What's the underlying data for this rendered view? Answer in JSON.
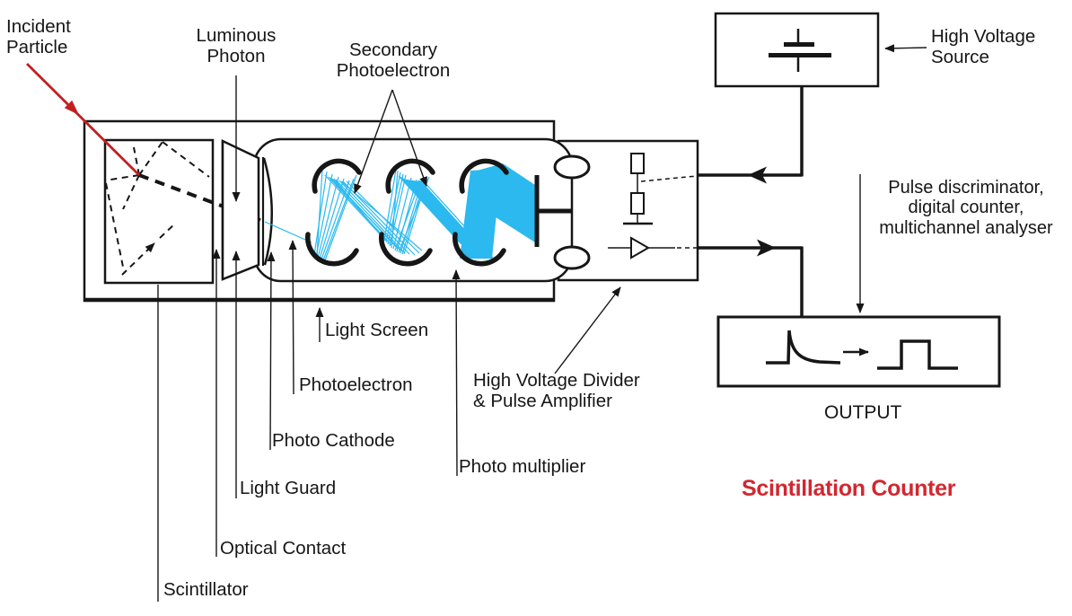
{
  "figure": {
    "kind": "physics schematic diagram",
    "title": "Scintillation Counter"
  },
  "colors": {
    "ink": "#161616",
    "accent_red": "#c22020",
    "title_red": "#d22730",
    "electron_cyan": "#2bb9ef"
  },
  "labels": {
    "incident_particle": "Incident\nParticle",
    "luminous_photon": "Luminous\nPhoton",
    "secondary_photoelectron": "Secondary\nPhotoelectron",
    "light_screen": "Light Screen",
    "photoelectron": "Photoelectron",
    "photo_cathode": "Photo Cathode",
    "light_guard": "Light Guard",
    "optical_contact": "Optical Contact",
    "scintillator": "Scintillator",
    "photo_multiplier": "Photo multiplier",
    "hv_divider": "High Voltage Divider\n& Pulse Amplifier",
    "hv_source": "High Voltage\nSource",
    "pulse_discriminator": "Pulse discriminator,\ndigital counter,\nmultichannel analyser",
    "output": "OUTPUT",
    "title": "Scintillation Counter"
  }
}
